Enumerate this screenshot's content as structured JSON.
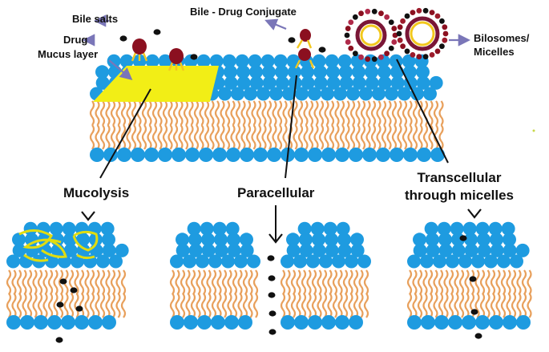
{
  "labels": {
    "bile_salts": "Bile salts",
    "drug": "Drug",
    "mucus_layer": "Mucus layer",
    "bile_drug_conjugate": "Bile - Drug Conjugate",
    "bilosomes_line1": "Bilosomes/",
    "bilosomes_line2": "Micelles",
    "mucolysis": "Mucolysis",
    "paracellular": "Paracellular",
    "transcellular_line1": "Transcellular",
    "transcellular_line2": "through micelles"
  },
  "colors": {
    "head": "#1e9be0",
    "tail": "#e8a05c",
    "mucus": "#f2ee16",
    "bile_salt": "#8b1020",
    "linker": "#f2c81e",
    "drug": "#111111",
    "arrow": "#7a76b8",
    "micelle_ring": "#7a1636"
  }
}
